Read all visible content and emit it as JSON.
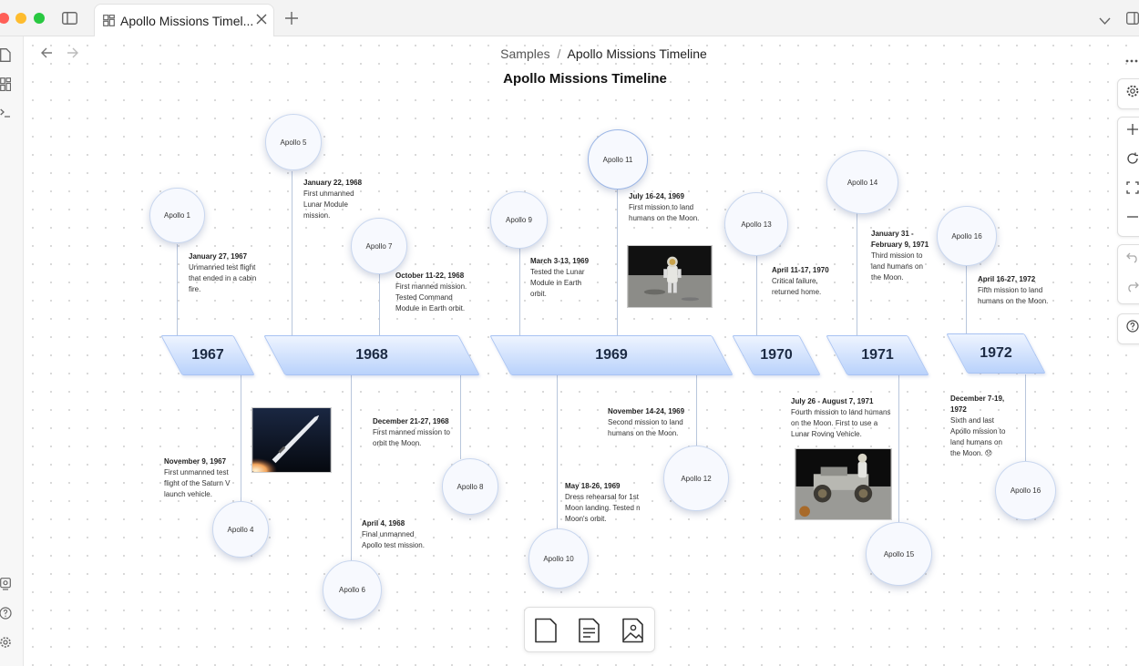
{
  "window": {
    "tab_title": "Apollo Missions Timel...",
    "colors": {
      "close": "#ff5f57",
      "minimize": "#febc2e",
      "maximize": "#28c840"
    }
  },
  "breadcrumb": {
    "parent": "Samples",
    "separator": "/",
    "current": "Apollo Missions Timeline"
  },
  "page_title": "Apollo Missions Timeline",
  "icons": {
    "sidebar_toggle": "sidebar-icon",
    "tab": "board-icon",
    "close": "close-icon",
    "new_tab": "plus-icon",
    "back": "arrow-left-icon",
    "forward": "arrow-right-icon",
    "more": "ellipsis-icon"
  },
  "years": [
    "1967",
    "1968",
    "1969",
    "1970",
    "1971",
    "1972"
  ],
  "missions": [
    {
      "name": "Apollo 1",
      "date": "January 27, 1967",
      "text": "Unmanned test flight that ended in a cabin fire."
    },
    {
      "name": "Apollo 4",
      "date": "November 9, 1967",
      "text": "First unmanned test flight of the Saturn V launch vehicle."
    },
    {
      "name": "Apollo 5",
      "date": "January 22, 1968",
      "text": "First unmanned Lunar Module mission."
    },
    {
      "name": "Apollo 6",
      "date": "April 4, 1968",
      "text": "Final unmanned Apollo test mission."
    },
    {
      "name": "Apollo 7",
      "date": "October 11-22, 1968",
      "text": "First manned mission. Tested Command Module in Earth orbit."
    },
    {
      "name": "Apollo 8",
      "date": "December 21-27, 1968",
      "text": "First manned mission to orbit the Moon."
    },
    {
      "name": "Apollo 9",
      "date": "March 3-13, 1969",
      "text": "Tested the Lunar Module in Earth orbit."
    },
    {
      "name": "Apollo 10",
      "date": "May 18-26, 1969",
      "text": "Dress rehearsal for 1st Moon landing. Tested n Moon's orbit."
    },
    {
      "name": "Apollo 11",
      "date": "July 16-24, 1969",
      "text": "First mission to land humans on the Moon."
    },
    {
      "name": "Apollo 12",
      "date": "November 14-24, 1969",
      "text": "Second mission to land humans on the Moon."
    },
    {
      "name": "Apollo 13",
      "date": "April 11-17, 1970",
      "text": "Critical failure, returned home."
    },
    {
      "name": "Apollo 14",
      "date": "January 31 - February 9, 1971",
      "text": "Third mission to land humans on the Moon."
    },
    {
      "name": "Apollo 15",
      "date": "July 26 - August 7, 1971",
      "text": "Fourth mission to land humans on the Moon. First to use a Lunar Roving Vehicle."
    },
    {
      "name": "Apollo 16",
      "date": "April 16-27, 1972",
      "text": "Fifth mission to land humans on the Moon."
    },
    {
      "name": "Apollo 16",
      "date": "December 7-19, 1972",
      "text": "Sixth and last Apollo mission to land humans on the Moon. 😞"
    }
  ],
  "photos": {
    "rocket": "rocket-launch-photo",
    "astronaut": "astronaut-on-moon-photo",
    "rover": "lunar-rover-photo"
  },
  "right_toolbar": [
    "settings-icon",
    "zoom-in-icon",
    "refresh-icon",
    "fit-screen-icon",
    "zoom-out-icon",
    "undo-icon",
    "redo-icon",
    "help-icon"
  ],
  "bottom_toolbar": [
    "blank-page-icon",
    "text-page-icon",
    "image-page-icon"
  ]
}
